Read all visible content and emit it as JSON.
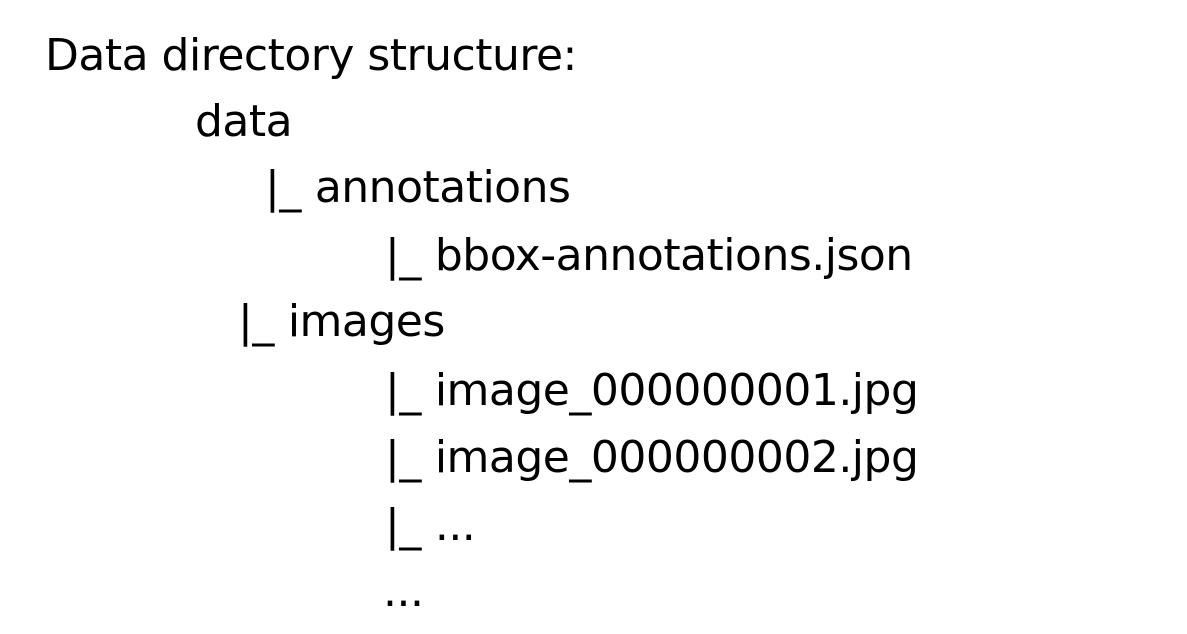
{
  "heading": "Data directory structure:",
  "tree": {
    "root": "data",
    "branch_prefix": "|_",
    "annotations_dir": "annotations",
    "annotations_file": "bbox-annotations.json",
    "images_dir": "images",
    "image_1": "image_000000001.jpg",
    "image_2": "image_000000002.jpg",
    "image_more": "...",
    "more": "..."
  }
}
